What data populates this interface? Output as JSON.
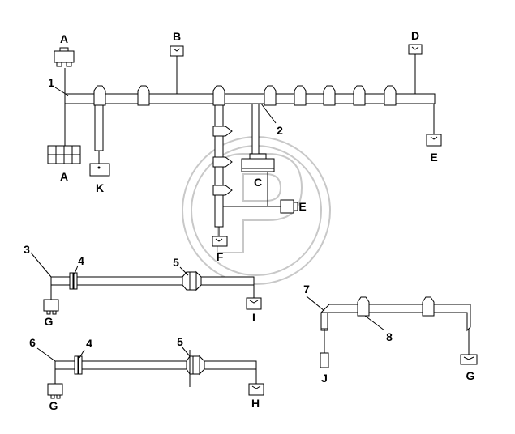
{
  "diagram": {
    "connector_labels": [
      "A",
      "A",
      "B",
      "D",
      "E",
      "K",
      "C",
      "E",
      "F",
      "G",
      "I",
      "J",
      "G",
      "G",
      "H"
    ],
    "callout_numbers": [
      "1",
      "2",
      "3",
      "4",
      "5",
      "6",
      "4",
      "5",
      "7",
      "8"
    ]
  }
}
